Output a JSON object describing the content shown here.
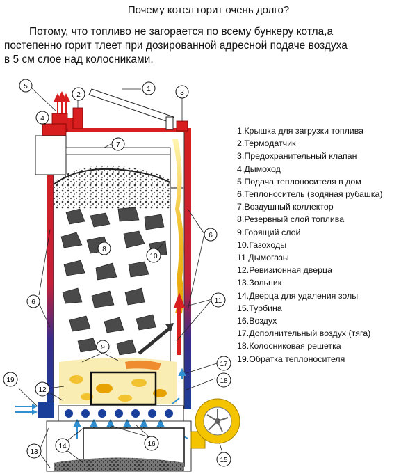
{
  "title": "Почему котел горит очень долго?",
  "intro": {
    "line1": "Потому, что топливо не загорается по всему бункеру котла,а",
    "line2": "постепенно горит тлеет при дозированной адресной подаче воздуха",
    "line3": "в 5 см слое над колосниками."
  },
  "legend": [
    "1.Крышка для загрузки топлива",
    "2.Термодатчик",
    "3.Предохранительный клапан",
    "4.Дымоход",
    "5.Подача теплоносителя в дом",
    "6.Теплоноситель (водяная рубашка)",
    "7.Воздушный коллектор",
    "8.Резервный слой топлива",
    "9.Горящий слой",
    "10.Газоходы",
    "11.Дымогазы",
    "12.Ревизионная дверца",
    "13.Зольник",
    "14.Дверца для удаления золы",
    "15.Турбина",
    "16.Воздух",
    "17.Дополнительный воздух (тяга)",
    "18.Колосниковая решетка",
    "19.Обратка теплоносителя"
  ],
  "callouts": {
    "c1": "1",
    "c2": "2",
    "c3": "3",
    "c4": "4",
    "c5": "5",
    "c6a": "6",
    "c6b": "6",
    "c7": "7",
    "c8": "8",
    "c9": "9",
    "c10": "10",
    "c11": "11",
    "c12": "12",
    "c13": "13",
    "c14": "14",
    "c15": "15",
    "c16": "16",
    "c17": "17",
    "c18": "18",
    "c19": "19"
  },
  "colors": {
    "hot_water": "#d81e1e",
    "cold_water": "#1a3f9a",
    "air": "#2f8fd0",
    "flame": "#f2c230",
    "turbine": "#f5c400",
    "fuel": "#555555"
  }
}
